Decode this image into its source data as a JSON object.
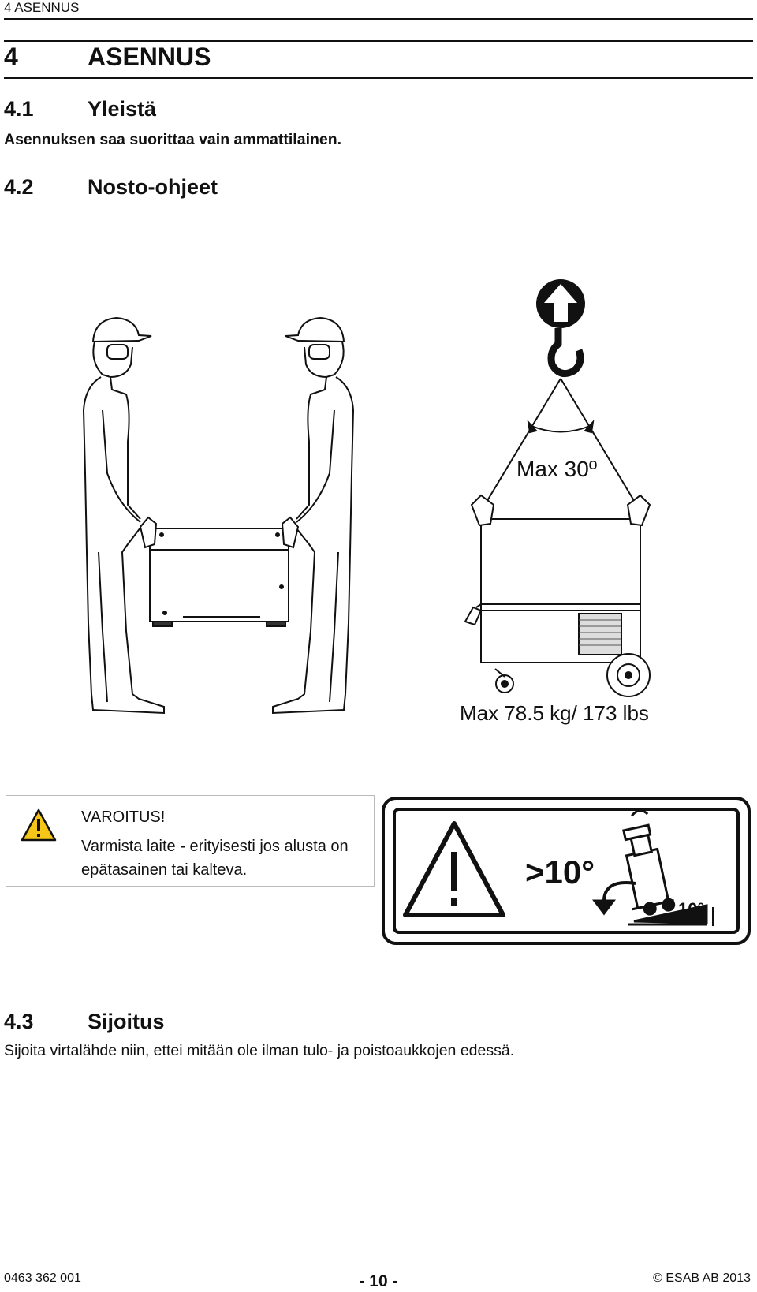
{
  "header": {
    "running_head": "4   ASENNUS"
  },
  "chapter": {
    "number": "4",
    "title": "ASENNUS"
  },
  "sections": [
    {
      "number": "4.1",
      "title": "Yleistä",
      "text": "Asennuksen saa suorittaa vain ammattilainen."
    },
    {
      "number": "4.2",
      "title": "Nosto-ohjeet"
    },
    {
      "number": "4.3",
      "title": "Sijoitus",
      "text": "Sijoita virtalähde niin, ettei mitään ole ilman tulo- ja poistoaukkojen edessä."
    }
  ],
  "figure": {
    "angle_label": "Max 30º",
    "weight_label": "Max 78.5 kg/ 173 lbs"
  },
  "warning": {
    "title": "VAROITUS!",
    "text": "Varmista laite - erityisesti jos alusta on epätasainen tai kalteva.",
    "sign_tilt_label": ">10°",
    "sign_slope_label": "10°"
  },
  "footer": {
    "doc_number": "0463 362 001",
    "page": "- 10 -",
    "copyright": "© ESAB AB 2013"
  }
}
